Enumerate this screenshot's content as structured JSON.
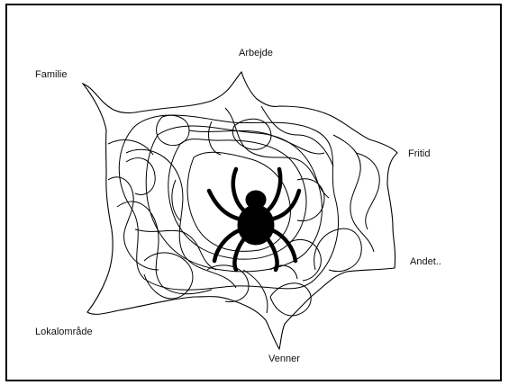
{
  "labels": {
    "arbejde": "Arbejde",
    "familie": "Familie",
    "fritid": "Fritid",
    "andet": "Andet..",
    "lokalomraade": "Lokalområde",
    "venner": "Venner"
  },
  "icons": {
    "center": "spider-icon",
    "web": "spider-web"
  },
  "colors": {
    "ink": "#000000",
    "background": "#ffffff"
  }
}
